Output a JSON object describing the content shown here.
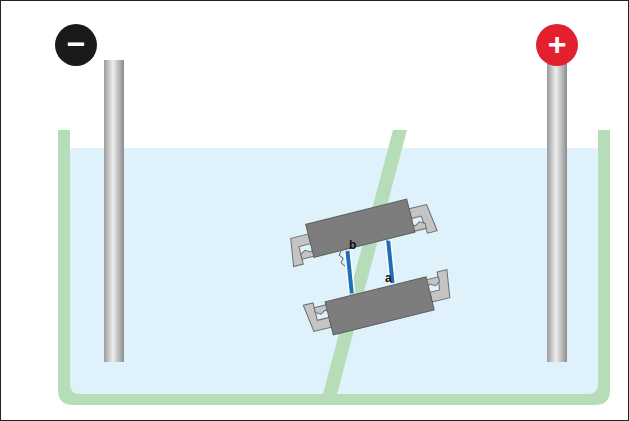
{
  "diagram": {
    "nodes": [
      {
        "text": [
          "−"
        ]
      },
      {
        "text": [
          "+"
        ]
      }
    ],
    "labels": [
      "b",
      "a"
    ]
  }
}
